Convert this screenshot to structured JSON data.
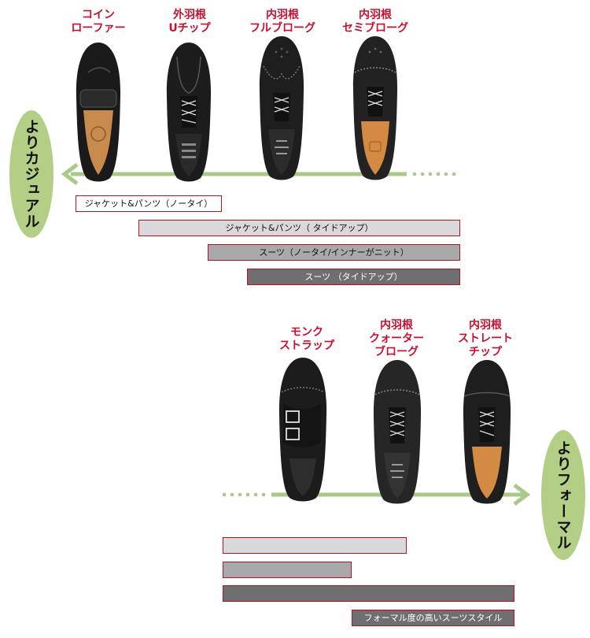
{
  "top": {
    "shoes": [
      {
        "line1": "コイン",
        "line2": "ローファー"
      },
      {
        "line1": "外羽根",
        "line2": "Uチップ"
      },
      {
        "line1": "内羽根",
        "line2": "フルブローグ"
      },
      {
        "line1": "内羽根",
        "line2": "セミブローグ"
      }
    ],
    "side_label": "よりカジュアル",
    "bars": [
      {
        "label": "ジャケット&パンツ（ノータイ）",
        "tone": "white"
      },
      {
        "label": "ジャケット&パンツ（ タイドアップ）",
        "tone": "light"
      },
      {
        "label": "スーツ（ノータイ/インナーがニット）",
        "tone": "mid"
      },
      {
        "label": "スーツ （タイドアップ）",
        "tone": "dark"
      }
    ]
  },
  "bottom": {
    "shoes": [
      {
        "line1": "モンク",
        "line2": "ストラップ",
        "line3": ""
      },
      {
        "line1": "内羽根",
        "line2": "クォーター",
        "line3": "ブローグ"
      },
      {
        "line1": "内羽根",
        "line2": "ストレート",
        "line3": "チップ"
      }
    ],
    "side_label": "よりフォーマル",
    "bars": [
      {
        "label": "",
        "tone": "light"
      },
      {
        "label": "",
        "tone": "mid"
      },
      {
        "label": "",
        "tone": "dark"
      },
      {
        "label": "フォーマル度の高いスーツスタイル",
        "tone": "dark"
      }
    ]
  },
  "colors": {
    "title_red": "#c8102e",
    "arrow_green": "#a8c987",
    "oval_green": "#b3cf86",
    "bar_border": "#b4141e"
  },
  "icons": [
    "loafer-shoe-icon",
    "u-tip-shoe-icon",
    "full-brogue-shoe-icon",
    "semi-brogue-shoe-icon",
    "monk-strap-shoe-icon",
    "quarter-brogue-shoe-icon",
    "straight-tip-shoe-icon"
  ]
}
